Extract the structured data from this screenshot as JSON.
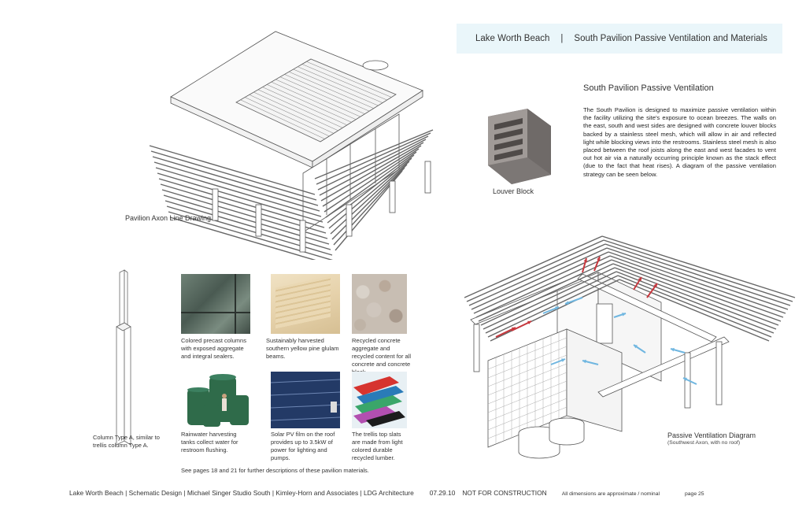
{
  "header": {
    "project": "Lake Worth Beach",
    "separator": "|",
    "title": "South Pavilion Passive Ventilation and Materials"
  },
  "axon": {
    "caption": "Pavilion Axon Line Drawing"
  },
  "louver": {
    "caption": "Louver Block"
  },
  "ventilation": {
    "heading": "South Pavilion Passive Ventilation",
    "paragraph": "The South Pavilion is designed to maximize passive ventilation within the facility utilizing the site's exposure to ocean breezes. The walls on the east, south and west sides are designed with concrete louver blocks backed by a stainless steel mesh, which will allow in air and reflected light while blocking views into the restrooms. Stainless steel mesh is also placed between the roof joists along the east and west facades to vent out hot air via a naturally occurring principle known as the stack effect (due to the fact that heat rises). A diagram of the passive ventilation strategy can be seen below."
  },
  "column": {
    "caption": "Column Type A, similar to trellis column Type A."
  },
  "materials": [
    {
      "caption": "Colored precast columns with exposed aggregate and integral sealers."
    },
    {
      "caption": "Sustainably harvested southern yellow pine glulam beams."
    },
    {
      "caption": "Recycled concrete aggregate and recycled content for all concrete and concrete block."
    },
    {
      "caption": "Rainwater harvesting tanks collect water for restroom flushing."
    },
    {
      "caption": "Solar PV film on the roof provides up to 3.5kW of power for lighting and pumps."
    },
    {
      "caption": "The trellis top slats are made from light colored durable recycled lumber."
    }
  ],
  "materials_note": "See pages 18 and 21 for further descriptions of these pavilion materials.",
  "diagram": {
    "caption": "Passive Ventilation Diagram",
    "subcaption": "(Southwest Axon, with no roof)"
  },
  "footer": {
    "credits": "Lake Worth Beach |  Schematic Design |  Michael Singer Studio South |  Kimley-Horn and Associates |  LDG Architecture",
    "date": "07.29.10",
    "status": "NOT FOR CONSTRUCTION",
    "disclaimer": "All dimensions are approximate / nominal",
    "page": "page 25"
  },
  "colors": {
    "title_bar_bg": "#eaf6fa",
    "warm_air_arrow": "#c8383e",
    "cool_air_arrow": "#6fb6e0"
  }
}
